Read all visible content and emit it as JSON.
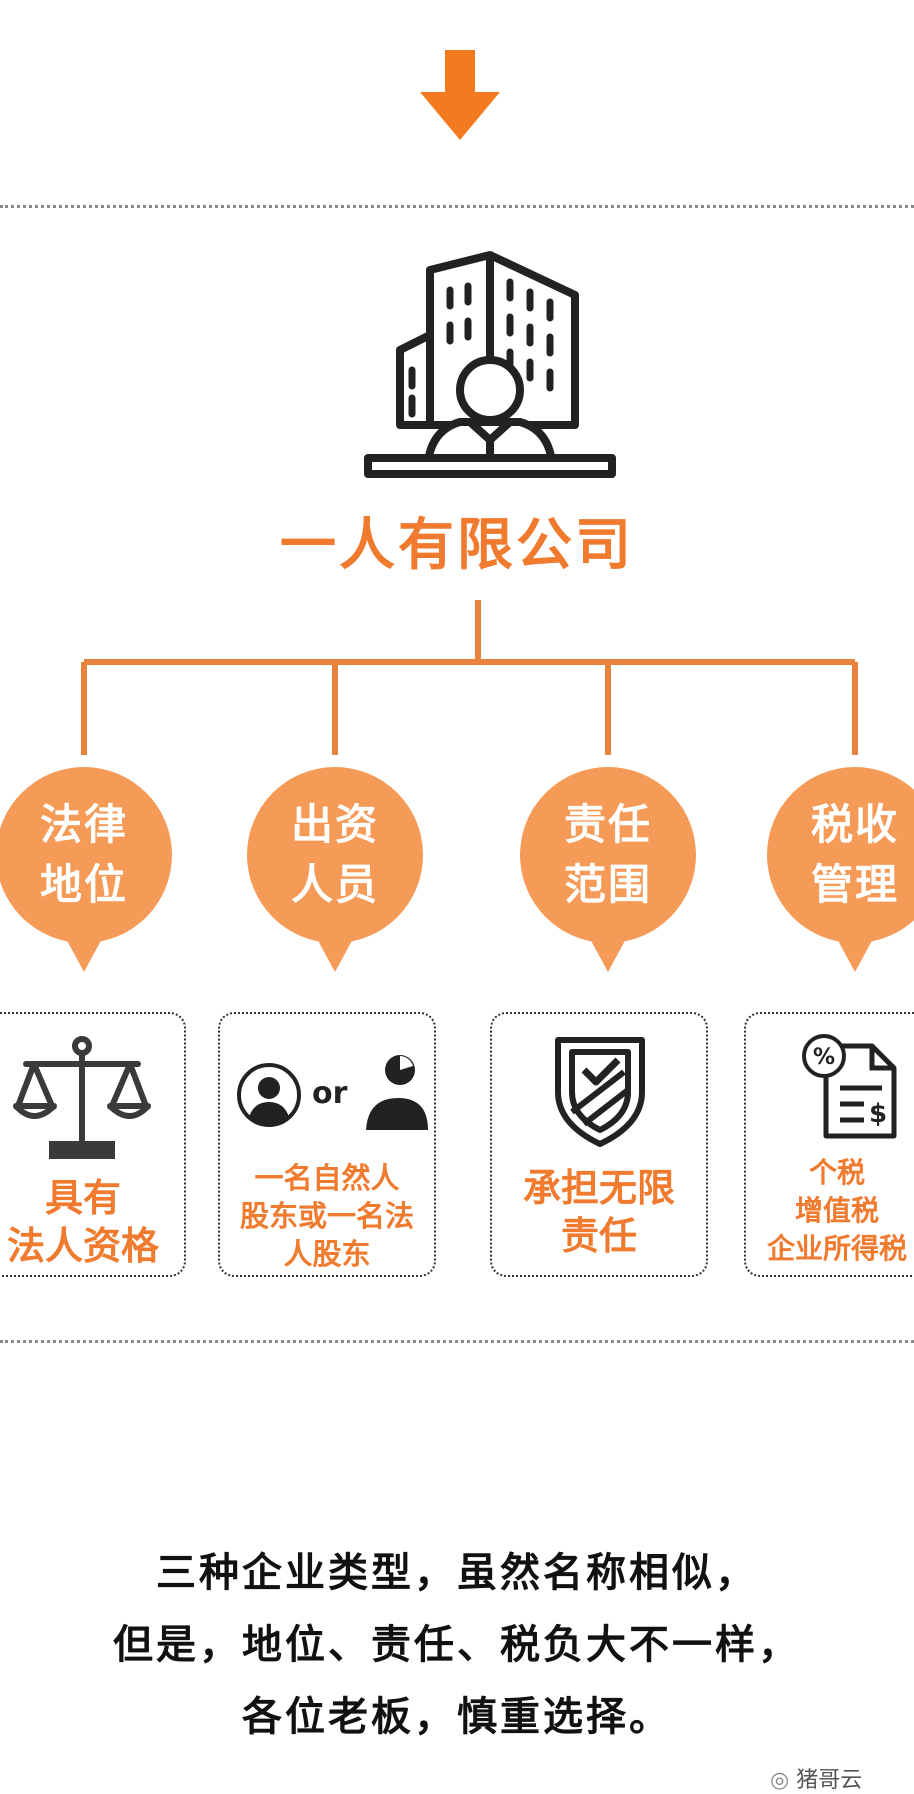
{
  "title": "一人有限公司",
  "categories": [
    {
      "line1": "法律",
      "line2": "地位"
    },
    {
      "line1": "出资",
      "line2": "人员"
    },
    {
      "line1": "责任",
      "line2": "范围"
    },
    {
      "line1": "税收",
      "line2": "管理"
    }
  ],
  "cards": [
    {
      "lines": [
        "具有",
        "法人资格"
      ]
    },
    {
      "or_text": "or",
      "lines": [
        "一名自然人",
        "股东或一名法",
        "人股东"
      ]
    },
    {
      "lines": [
        "承担无限",
        "责任"
      ]
    },
    {
      "percent": "%",
      "dollar": "$",
      "lines": [
        "个税",
        "增值税",
        "企业所得税"
      ]
    }
  ],
  "footer": [
    "三种企业类型，虽然名称相似，",
    "但是，地位、责任、税负大不一样，",
    "各位老板，慎重选择。"
  ],
  "watermark": "猪哥云",
  "colors": {
    "accent": "#f07a2e",
    "bubble": "#f59a57",
    "line": "#e9823a"
  }
}
